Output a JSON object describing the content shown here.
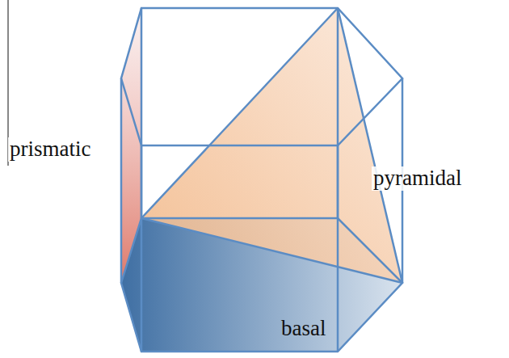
{
  "diagram": {
    "labels": [
      "prismatic",
      "pyramidal",
      "basal"
    ]
  }
}
